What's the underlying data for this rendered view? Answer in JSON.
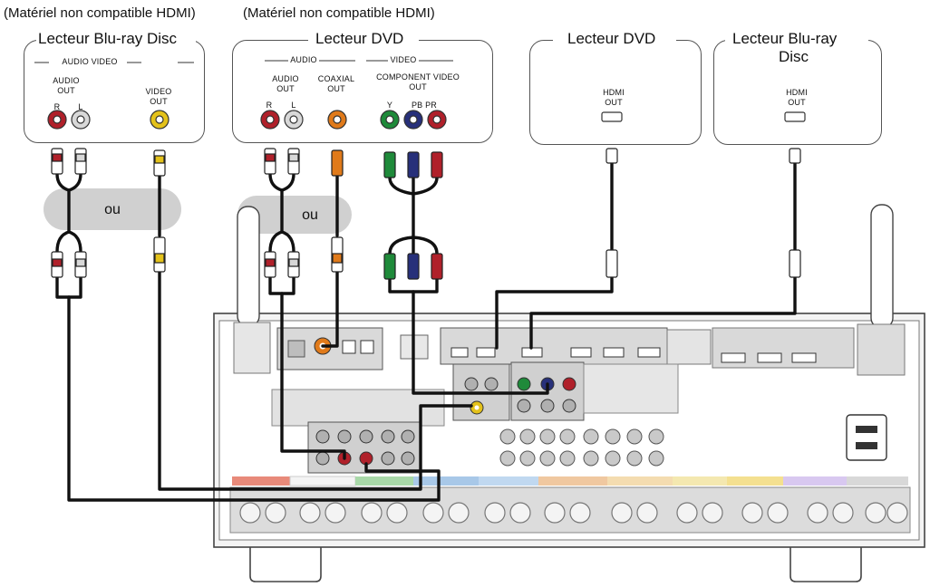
{
  "notes": {
    "left": "(Matériel non compatible HDMI)",
    "right": "(Matériel non compatible HDMI)"
  },
  "devices": {
    "bluray_analog": {
      "title": "Lecteur Blu-ray Disc",
      "section": "AUDIO VIDEO",
      "audio_out": "AUDIO\nOUT",
      "video_out": "VIDEO\nOUT",
      "r": "R",
      "l": "L"
    },
    "dvd_analog": {
      "title": "Lecteur DVD",
      "audio_section": "AUDIO",
      "video_section": "VIDEO",
      "audio_out": "AUDIO\nOUT",
      "coaxial_out": "COAXIAL\nOUT",
      "component_out": "COMPONENT VIDEO\nOUT",
      "r": "R",
      "l": "L",
      "y": "Y",
      "pbpr": "PB PR"
    },
    "dvd_hdmi": {
      "title": "Lecteur DVD",
      "hdmi_out": "HDMI\nOUT"
    },
    "bluray_hdmi": {
      "title_line1": "Lecteur Blu-ray",
      "title_line2": "Disc",
      "hdmi_out": "HDMI\nOUT"
    }
  },
  "or_labels": {
    "left": "ou",
    "right": "ou"
  },
  "colors": {
    "red": "#b0202a",
    "white": "#d8d8d8",
    "yellow": "#e4c21a",
    "orange": "#e07a1a",
    "green": "#1f8a3a",
    "blue": "#27307a",
    "cable": "#111111",
    "receiver": "#f2f2f2",
    "panel": "#d9d9d9"
  }
}
